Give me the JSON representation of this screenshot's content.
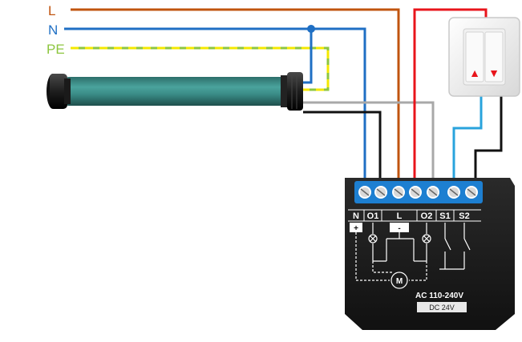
{
  "lines": {
    "L": "L",
    "N": "N",
    "PE": "PE"
  },
  "device": {
    "terminals": [
      "N",
      "O1",
      "L",
      "O2",
      "S1",
      "S2"
    ],
    "voltage_ac": "AC 110-240V",
    "voltage_dc": "DC 24V",
    "motor_symbol": "M",
    "n_plus": "+",
    "l_minus": "-"
  },
  "switch": {
    "up_symbol": "▲",
    "down_symbol": "▼"
  },
  "colors": {
    "live": "#c0540f",
    "neutral": "#1f6fc4",
    "earth_green": "#8dc63f",
    "earth_yellow": "#f4e800",
    "red": "#e8141b",
    "gray": "#a8a8a8",
    "black": "#111111",
    "lightblue": "#29a3dc",
    "motor_tube": "#3a8c87",
    "device_body": "#1c1c1c",
    "terminal_blue": "#1d7fd1"
  }
}
